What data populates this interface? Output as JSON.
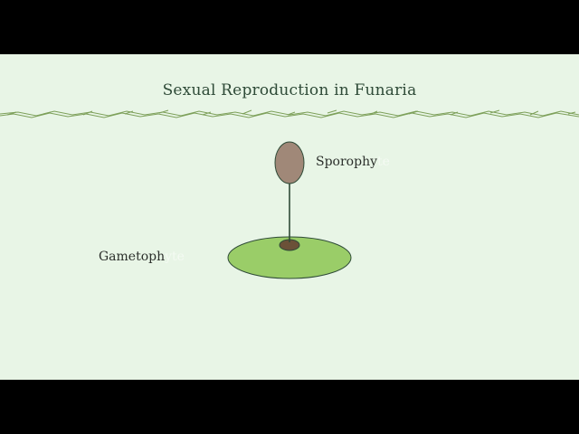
{
  "diagram": {
    "title": "Sexual Reproduction in Funaria",
    "labels": {
      "sporophyte_visible": "Sporophy",
      "sporophyte_faded": "te",
      "gametophyte_visible": "Gametoph",
      "gametophyte_faded": "yte"
    },
    "colors": {
      "background": "#e8f5e6",
      "letterbox": "#000000",
      "capsule_fill": "#a08878",
      "capsule_stroke": "#2e4a37",
      "seta": "#2e4a37",
      "gametophyte_fill": "#9acd68",
      "gametophyte_stroke": "#2e4a37",
      "base": "#6b5138",
      "grass": "#7da05a"
    }
  }
}
